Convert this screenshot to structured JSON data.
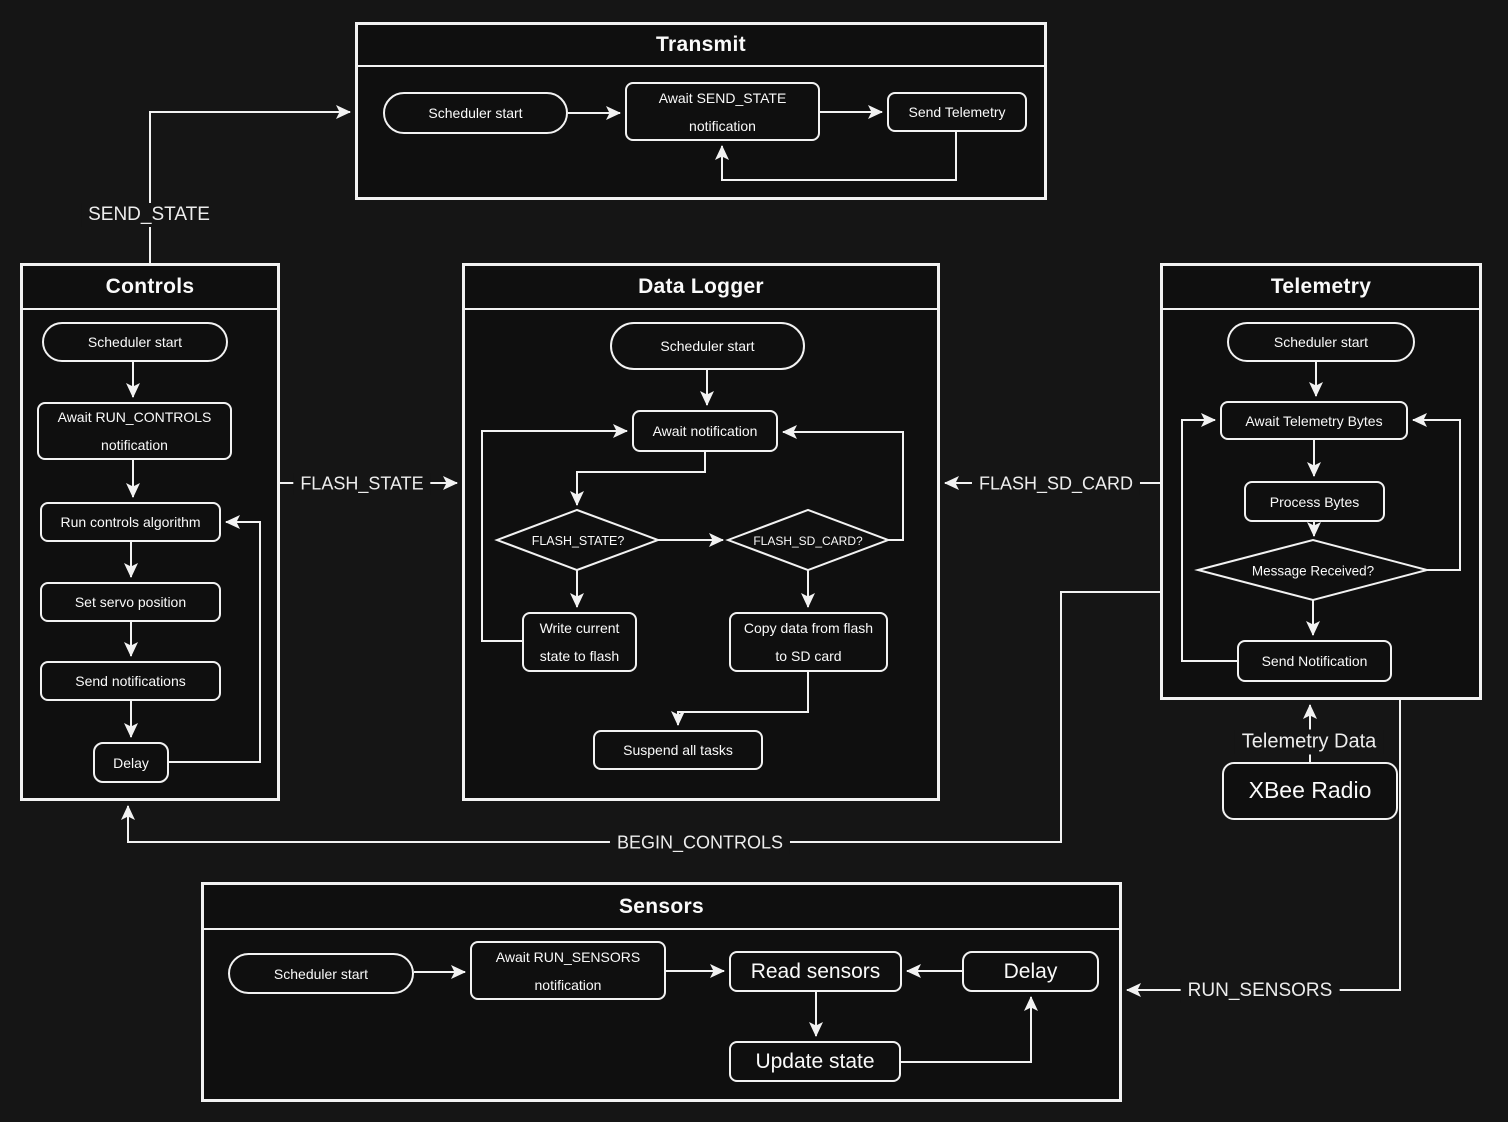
{
  "diagram": {
    "colors": {
      "background": "#151515",
      "panel_fill": "#0f0f0f",
      "stroke": "#f2f2f2",
      "text": "#fafafa"
    },
    "panels": {
      "transmit": {
        "title": "Transmit",
        "scheduler": "Scheduler start",
        "await": "Await SEND_STATE\nnotification",
        "send": "Send Telemetry"
      },
      "controls": {
        "title": "Controls",
        "scheduler": "Scheduler start",
        "await": "Await RUN_CONTROLS\nnotification",
        "run": "Run controls algorithm",
        "servo": "Set servo position",
        "notify": "Send notifications",
        "delay": "Delay"
      },
      "data_logger": {
        "title": "Data Logger",
        "scheduler": "Scheduler start",
        "await": "Await notification",
        "flash_state_q": "FLASH_STATE?",
        "flash_sd_q": "FLASH_SD_CARD?",
        "write": "Write current\nstate to flash",
        "copy": "Copy data from flash\nto SD card",
        "suspend": "Suspend all tasks"
      },
      "telemetry": {
        "title": "Telemetry",
        "scheduler": "Scheduler start",
        "await": "Await Telemetry Bytes",
        "process": "Process Bytes",
        "received_q": "Message Received?",
        "notify": "Send Notification"
      },
      "sensors": {
        "title": "Sensors",
        "scheduler": "Scheduler start",
        "await": "Await RUN_SENSORS\nnotification",
        "read": "Read sensors",
        "delay": "Delay",
        "update": "Update state"
      }
    },
    "external": {
      "xbee": "XBee Radio"
    },
    "edge_labels": {
      "send_state": "SEND_STATE",
      "flash_state": "FLASH_STATE",
      "flash_sd_card": "FLASH_SD_CARD",
      "begin_controls": "BEGIN_CONTROLS",
      "telemetry_data": "Telemetry Data",
      "run_sensors": "RUN_SENSORS"
    }
  }
}
